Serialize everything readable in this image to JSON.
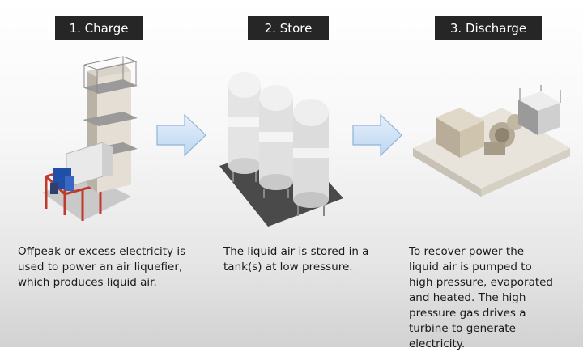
{
  "steps": [
    {
      "label": "1. Charge",
      "description": "Offpeak or excess electricity is used to power an air liquefier, which produces liquid air."
    },
    {
      "label": "2. Store",
      "description": "The liquid air is stored in a tank(s) at low pressure."
    },
    {
      "label": "3. Discharge",
      "description": "To recover power the liquid air is pumped to high pressure, evaporated and heated. The high pressure gas drives a turbine to generate electricity."
    }
  ],
  "colors": {
    "label_background": "#262626",
    "arrow_fill": "#cfe3f5",
    "frame_red": "#c0392b",
    "motor_blue": "#1f4fa8"
  },
  "icons": [
    "liquefier-tower-illustration",
    "storage-tanks-illustration",
    "turbine-plant-illustration",
    "right-arrow-icon"
  ]
}
